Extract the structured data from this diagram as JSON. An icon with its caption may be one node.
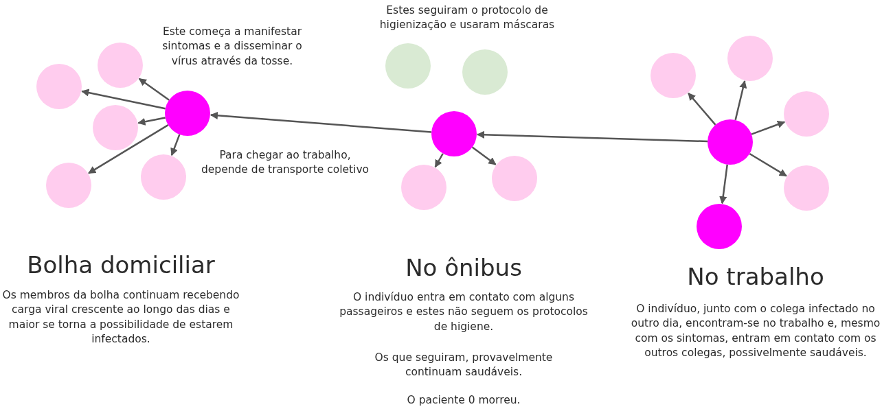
{
  "diagram": {
    "nodes": [
      {
        "text": [],
        "shape": "circle"
      },
      {
        "text": [],
        "shape": "circle"
      },
      {
        "text": [],
        "shape": "circle"
      },
      {
        "text": [],
        "shape": "circle"
      },
      {
        "text": [],
        "shape": "circle"
      },
      {
        "text": [],
        "shape": "circle"
      },
      {
        "text": [],
        "shape": "circle"
      },
      {
        "text": [],
        "shape": "circle"
      },
      {
        "text": [],
        "shape": "circle"
      },
      {
        "text": [],
        "shape": "circle"
      },
      {
        "text": [],
        "shape": "circle"
      },
      {
        "text": [],
        "shape": "circle"
      },
      {
        "text": [],
        "shape": "circle"
      },
      {
        "text": [],
        "shape": "circle"
      },
      {
        "text": [],
        "shape": "circle"
      },
      {
        "text": [],
        "shape": "circle"
      },
      {
        "text": [],
        "shape": "circle"
      }
    ],
    "edges": [
      {
        "from": 5,
        "to": 3,
        "arrow": "to"
      },
      {
        "from": 5,
        "to": 0,
        "arrow": "to"
      },
      {
        "from": 5,
        "to": 2,
        "arrow": "to"
      },
      {
        "from": 5,
        "to": 1,
        "arrow": "to"
      },
      {
        "from": 5,
        "to": 4,
        "arrow": "to"
      },
      {
        "from": 8,
        "to": 5,
        "arrow": "to"
      },
      {
        "from": 8,
        "to": 7,
        "arrow": "to"
      },
      {
        "from": 8,
        "to": 10,
        "arrow": "to"
      },
      {
        "from": 13,
        "to": 8,
        "arrow": "to"
      },
      {
        "from": 13,
        "to": 11,
        "arrow": "to"
      },
      {
        "from": 13,
        "to": 14,
        "arrow": "to"
      },
      {
        "from": 13,
        "to": 15,
        "arrow": "to"
      },
      {
        "from": 13,
        "to": 16,
        "arrow": "to"
      },
      {
        "from": 13,
        "to": 12,
        "arrow": "to"
      }
    ],
    "labels": [
      "Estes seguiram o protocolo de higienização e usaram máscaras",
      "Este começa a manifestar sintomas e a disseminar o vírus através da tosse.",
      "Para chegar ao trabalho, depende de transporte coletivo",
      "Bolha domiciliar",
      "Os membros da bolha continuam recebendo carga viral crescente ao longo das dias e maior se torna a possibilidade de estarem infectados.",
      "No ônibus",
      "O indivíduo entra em contato com alguns passageiros e estes não seguem os protocolos de higiene.",
      "Os que seguiram, provavelmente continuam saudáveis.",
      "O paciente 0 morreu.",
      "No trabalho",
      "O indivíduo, junto com o colega infectado no outro dia, encontram-se no trabalho e, mesmo com os sintomas, entram em contato com os outros colegas, possivelmente saudáveis."
    ]
  }
}
